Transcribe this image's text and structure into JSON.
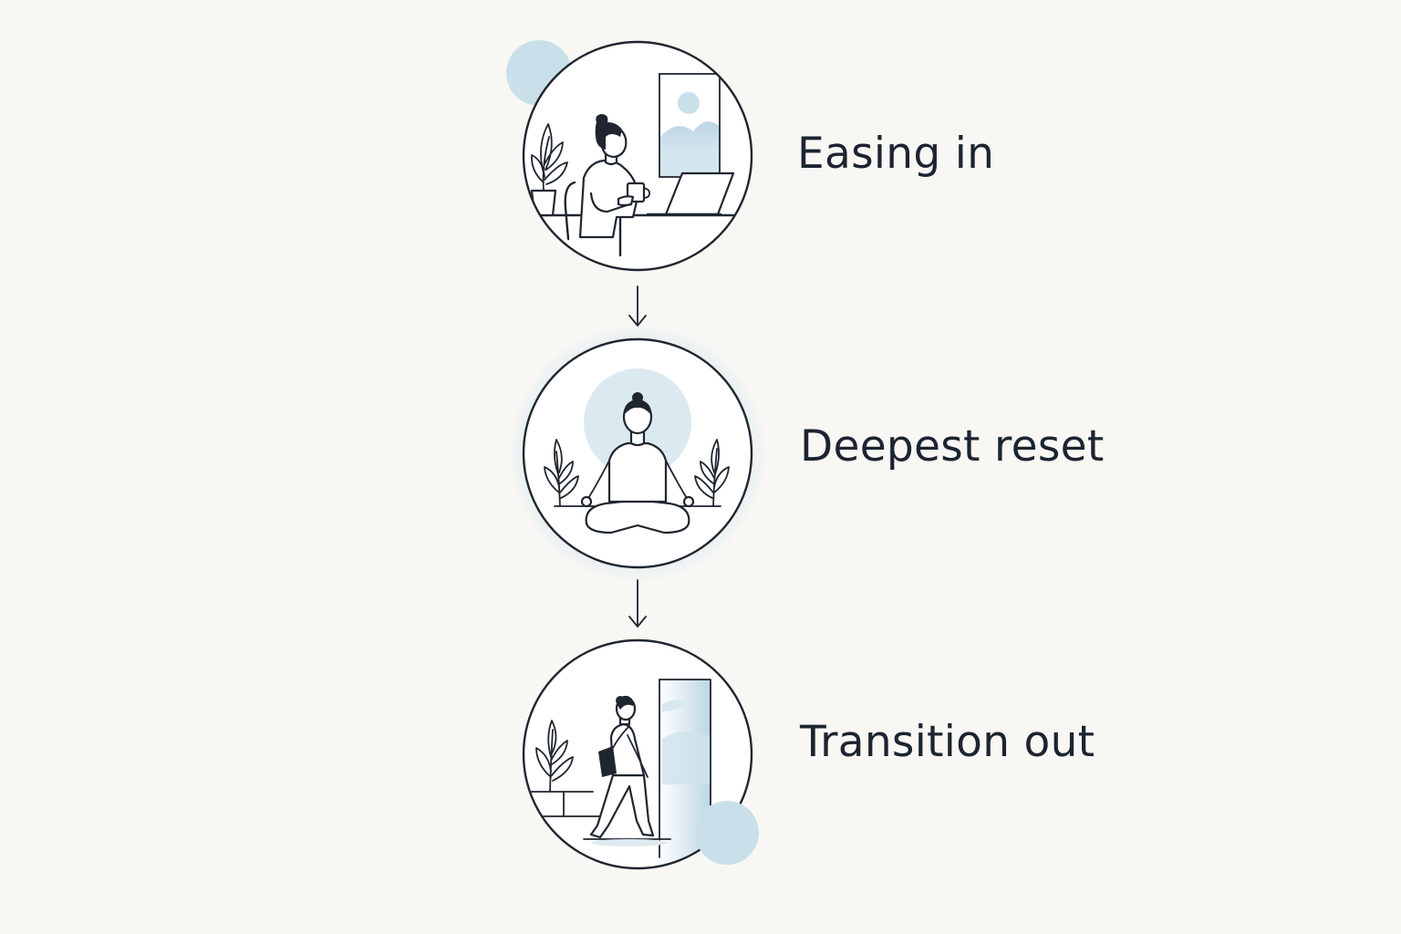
{
  "stages": [
    {
      "label": "Easing in",
      "scene": "person-working-at-laptop-with-mug"
    },
    {
      "label": "Deepest reset",
      "scene": "person-meditating-cross-legged"
    },
    {
      "label": "Transition out",
      "scene": "person-walking-out-through-doorway"
    }
  ],
  "colors": {
    "background": "#f8f7f4",
    "line": "#1f2630",
    "accent_blue": "#c9e0ea",
    "text": "#1c2430"
  },
  "icons": [
    "down-arrow-icon",
    "plant-icon",
    "laptop-icon",
    "mug-icon",
    "window-icon",
    "doorway-icon",
    "bag-icon"
  ]
}
